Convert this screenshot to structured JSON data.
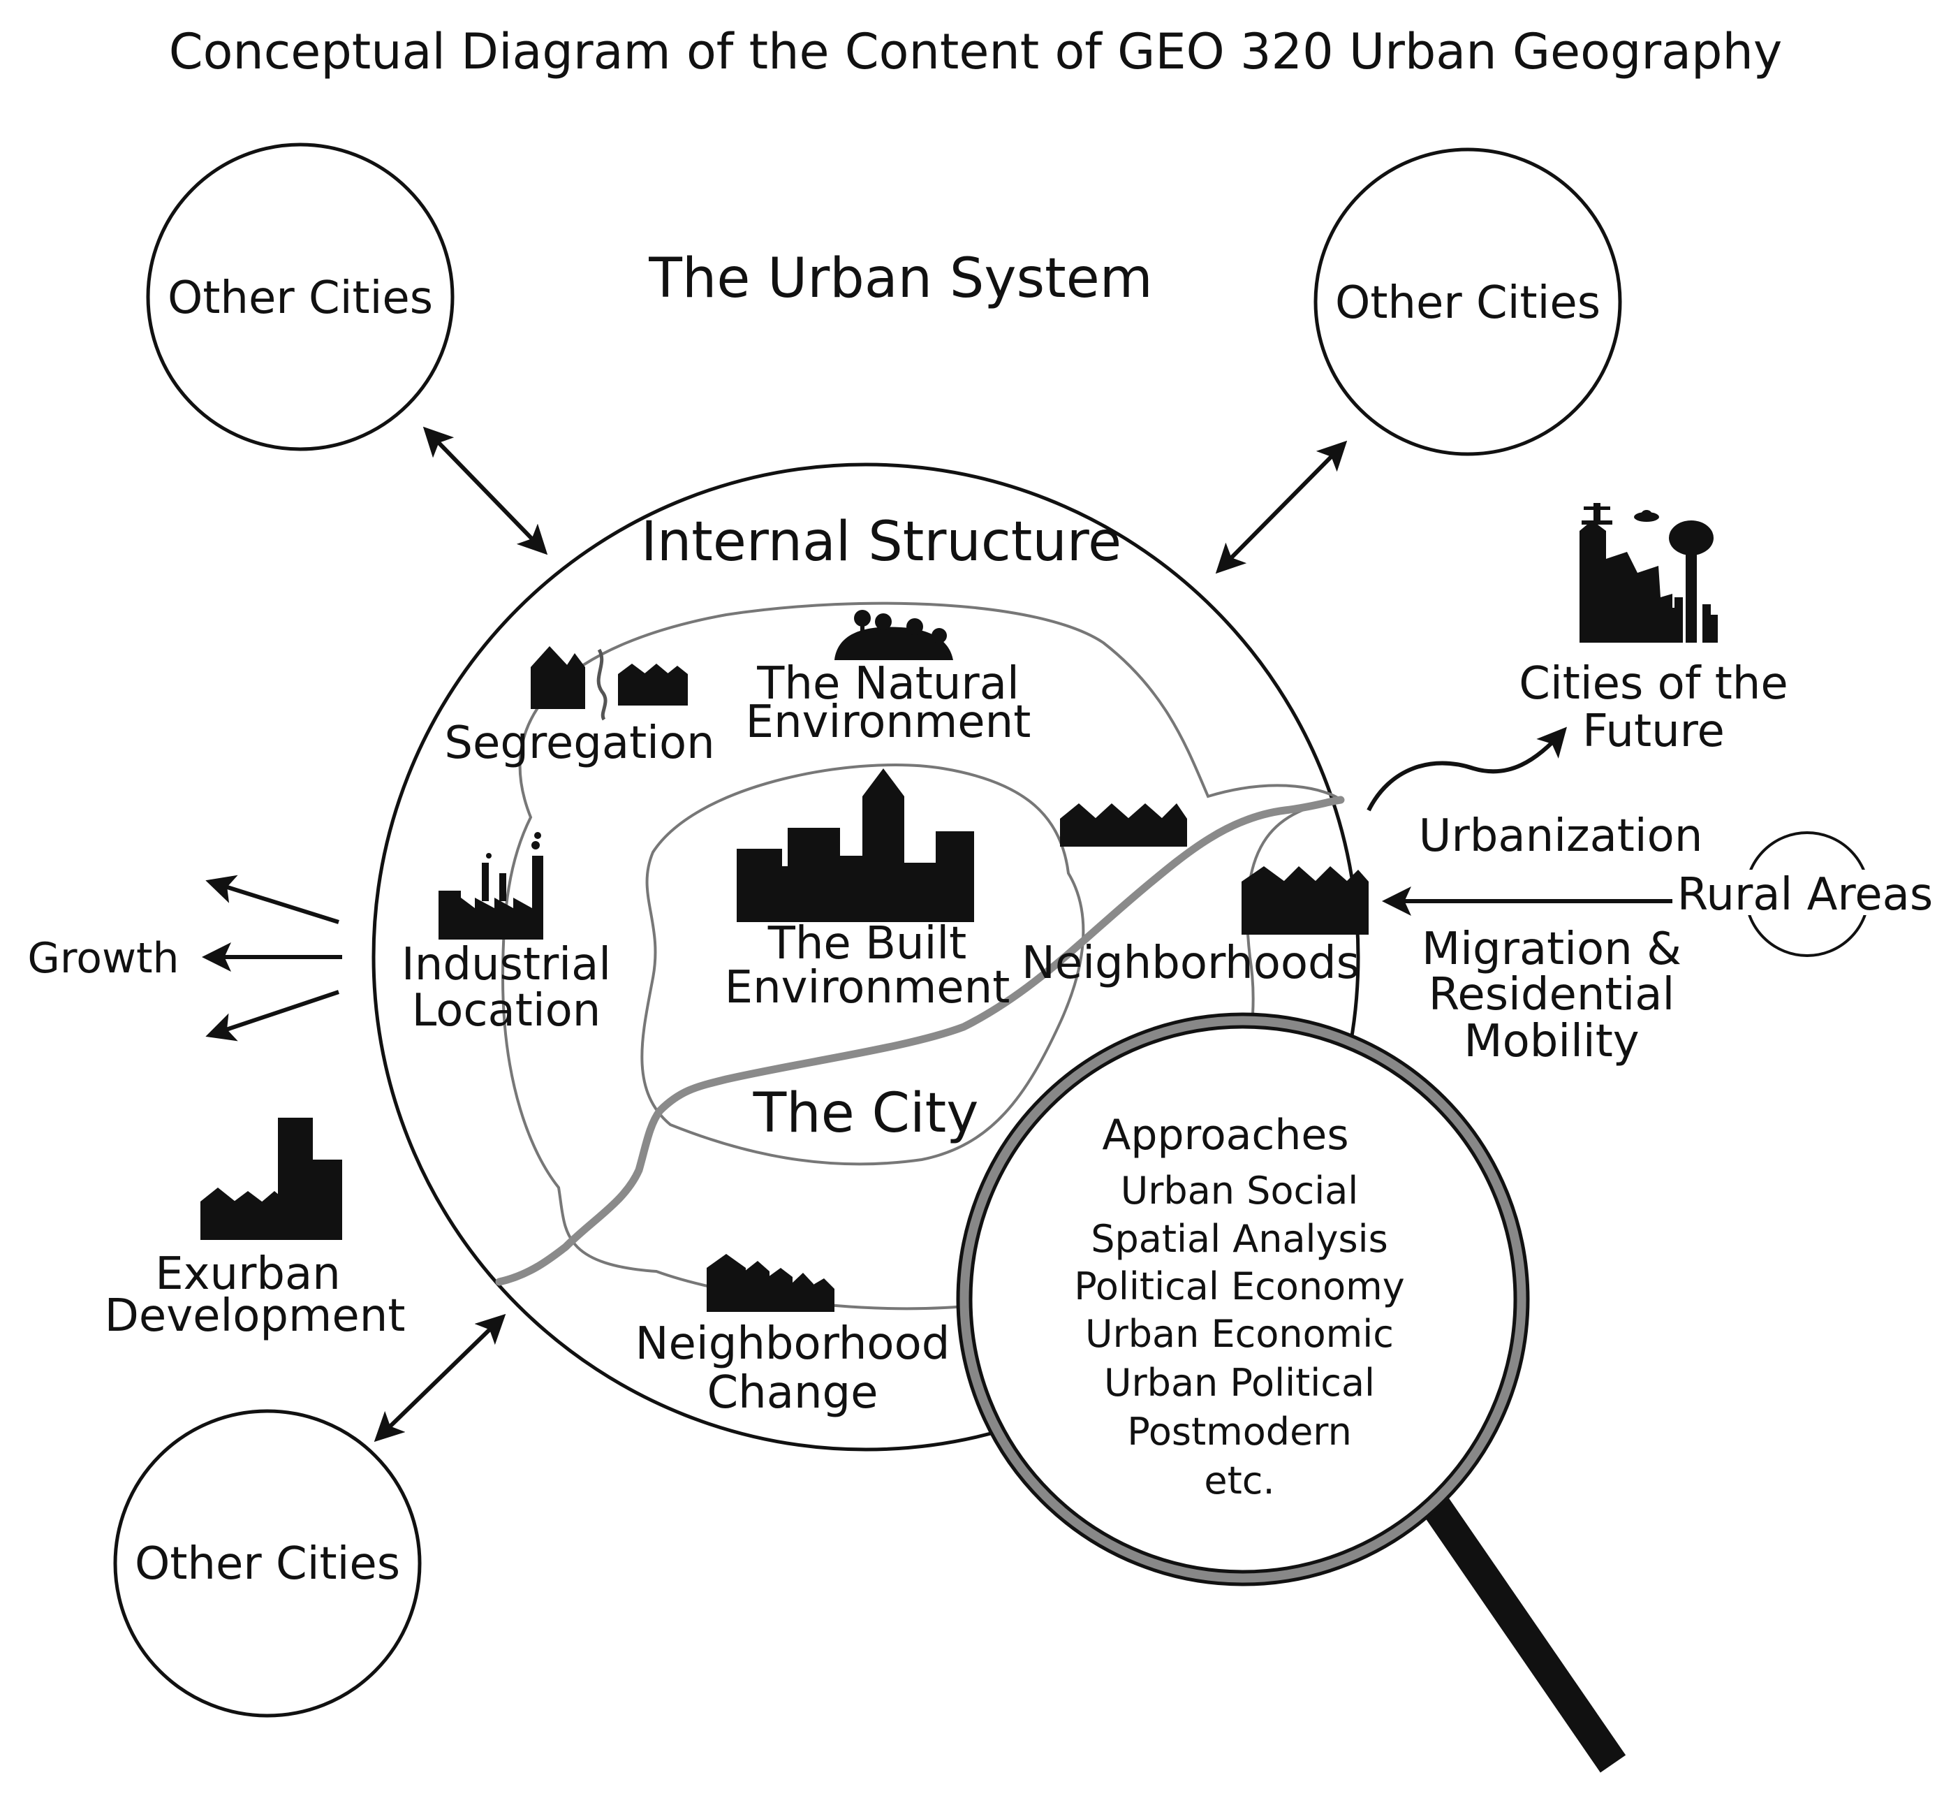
{
  "title": "Conceptual Diagram of the Content of GEO 320 Urban Geography",
  "urban_system_label": "The Urban System",
  "other_cities": [
    "Other Cities",
    "Other Cities",
    "Other Cities"
  ],
  "internal_structure_label": "Internal Structure",
  "the_city_label": "The City",
  "built_environment": [
    "The Built",
    "Environment"
  ],
  "natural_environment": [
    "The Natural",
    "Environment"
  ],
  "segregation_label": "Segregation",
  "industrial_location": [
    "Industrial",
    "Location"
  ],
  "neighborhoods_label": "Neighborhoods",
  "neighborhood_change": [
    "Neighborhood",
    "Change"
  ],
  "growth_label": "Growth",
  "exurban_development": [
    "Exurban",
    "Development"
  ],
  "cities_of_future": [
    "Cities of the",
    "Future"
  ],
  "urbanization_label": "Urbanization",
  "rural_areas_label": "Rural Areas",
  "migration": [
    "Migration &",
    "Residential",
    "Mobility"
  ],
  "approaches": {
    "heading": "Approaches",
    "items": [
      "Urban Social",
      "Spatial Analysis",
      "Political Economy",
      "Urban Economic",
      "Urban Political",
      "Postmodern",
      "etc."
    ]
  },
  "icons": [
    "double-arrow-icon",
    "building-silhouette-icon",
    "house-icon",
    "factory-icon",
    "tree-hill-icon",
    "futuristic-city-icon",
    "magnifying-glass-icon"
  ],
  "colors": {
    "ink": "#111111",
    "road": "#8a8a8a",
    "inner_line": "#777777"
  }
}
